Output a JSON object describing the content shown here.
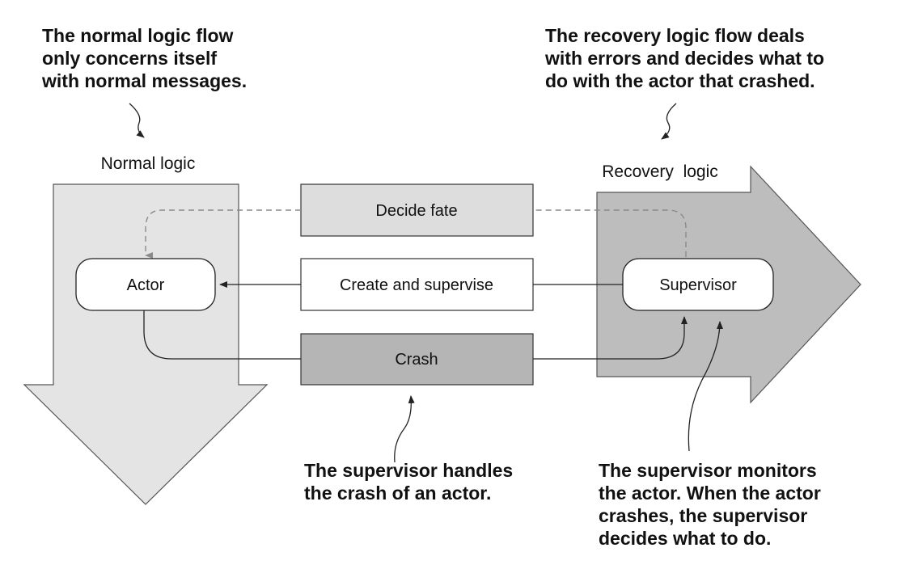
{
  "annotations": {
    "normal_flow": [
      "The normal logic flow",
      "only concerns itself",
      "with normal messages."
    ],
    "recovery_flow": [
      "The recovery logic flow deals",
      "with errors and decides what to",
      "do with the actor that crashed."
    ],
    "handles_crash": [
      "The supervisor handles",
      "the crash of an actor."
    ],
    "monitors": [
      "The supervisor monitors",
      "the actor. When the actor",
      "crashes, the supervisor",
      "decides what to do."
    ]
  },
  "labels": {
    "normal_logic": "Normal logic",
    "recovery_logic": "Recovery  logic"
  },
  "nodes": {
    "actor": "Actor",
    "supervisor": "Supervisor"
  },
  "messages": {
    "decide_fate": "Decide fate",
    "create_supervise": "Create and supervise",
    "crash": "Crash"
  },
  "colors": {
    "normal_arrow_fill": "#e4e4e4",
    "recovery_arrow_fill": "#bdbdbd",
    "decide_fate_fill": "#dddddd",
    "create_fill": "#ffffff",
    "crash_fill": "#b5b5b5",
    "stroke": "#222222",
    "dashed": "#8a8a8a"
  }
}
